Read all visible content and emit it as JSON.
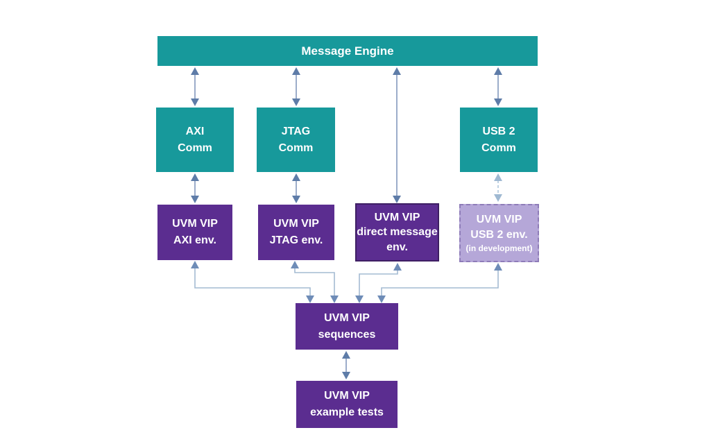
{
  "colors": {
    "teal": "#17999B",
    "purple": "#5B2D90",
    "purple_border": "#3E1F63",
    "light_purple": "#B5A7D8",
    "light_purple_border": "#8E7CB8",
    "arrow_line": "#8298BD",
    "arrow_head": "#5E7CA8",
    "elbow_line": "#A4BBD2",
    "elbow_head": "#6E8CB7",
    "dashed_line": "#AFC7DC",
    "dashed_head": "#9FB9D2",
    "text": "#FFFFFF"
  },
  "nodes": {
    "message_engine": {
      "label": "Message Engine"
    },
    "axi_comm": {
      "line1": "AXI",
      "line2": "Comm"
    },
    "jtag_comm": {
      "line1": "JTAG",
      "line2": "Comm"
    },
    "usb_comm": {
      "line1": "USB 2",
      "line2": "Comm"
    },
    "axi_env": {
      "line1": "UVM VIP",
      "line2": "AXI env."
    },
    "jtag_env": {
      "line1": "UVM VIP",
      "line2": "JTAG env."
    },
    "direct_env": {
      "line1": "UVM VIP",
      "line2": "direct message",
      "line3": "env."
    },
    "usb_env": {
      "line1": "UVM VIP",
      "line2": "USB 2 env.",
      "line3": "(in development)"
    },
    "sequences": {
      "line1": "UVM VIP",
      "line2": "sequences"
    },
    "example_tests": {
      "line1": "UVM VIP",
      "line2": "example tests"
    }
  }
}
